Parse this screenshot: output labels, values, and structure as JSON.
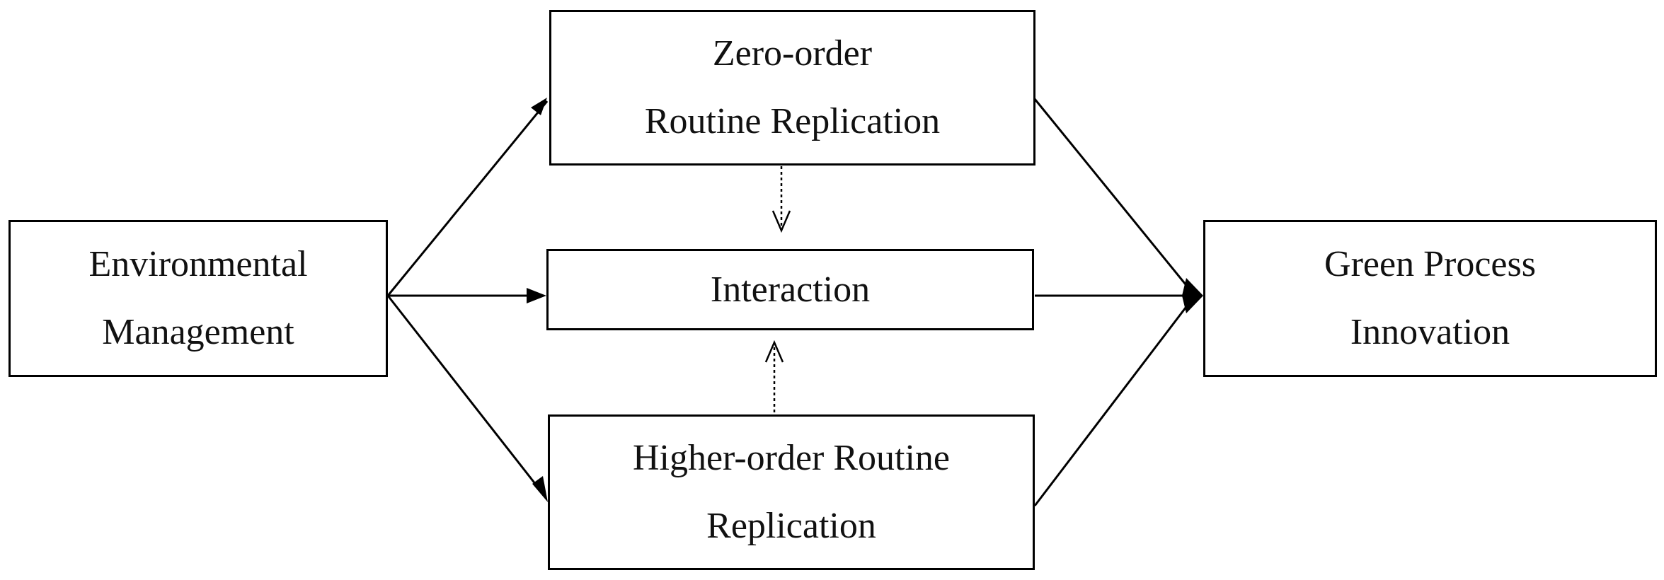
{
  "nodes": {
    "environmental_management": {
      "line1": "Environmental",
      "line2": "Management"
    },
    "zero_order": {
      "line1": "Zero-order",
      "line2": "Routine Replication"
    },
    "interaction": {
      "line1": "Interaction"
    },
    "higher_order": {
      "line1": "Higher-order Routine",
      "line2": "Replication"
    },
    "green_process": {
      "line1": "Green Process",
      "line2": "Innovation"
    }
  },
  "colors": {
    "stroke": "#000000",
    "text": "#111111",
    "background": "#ffffff"
  }
}
